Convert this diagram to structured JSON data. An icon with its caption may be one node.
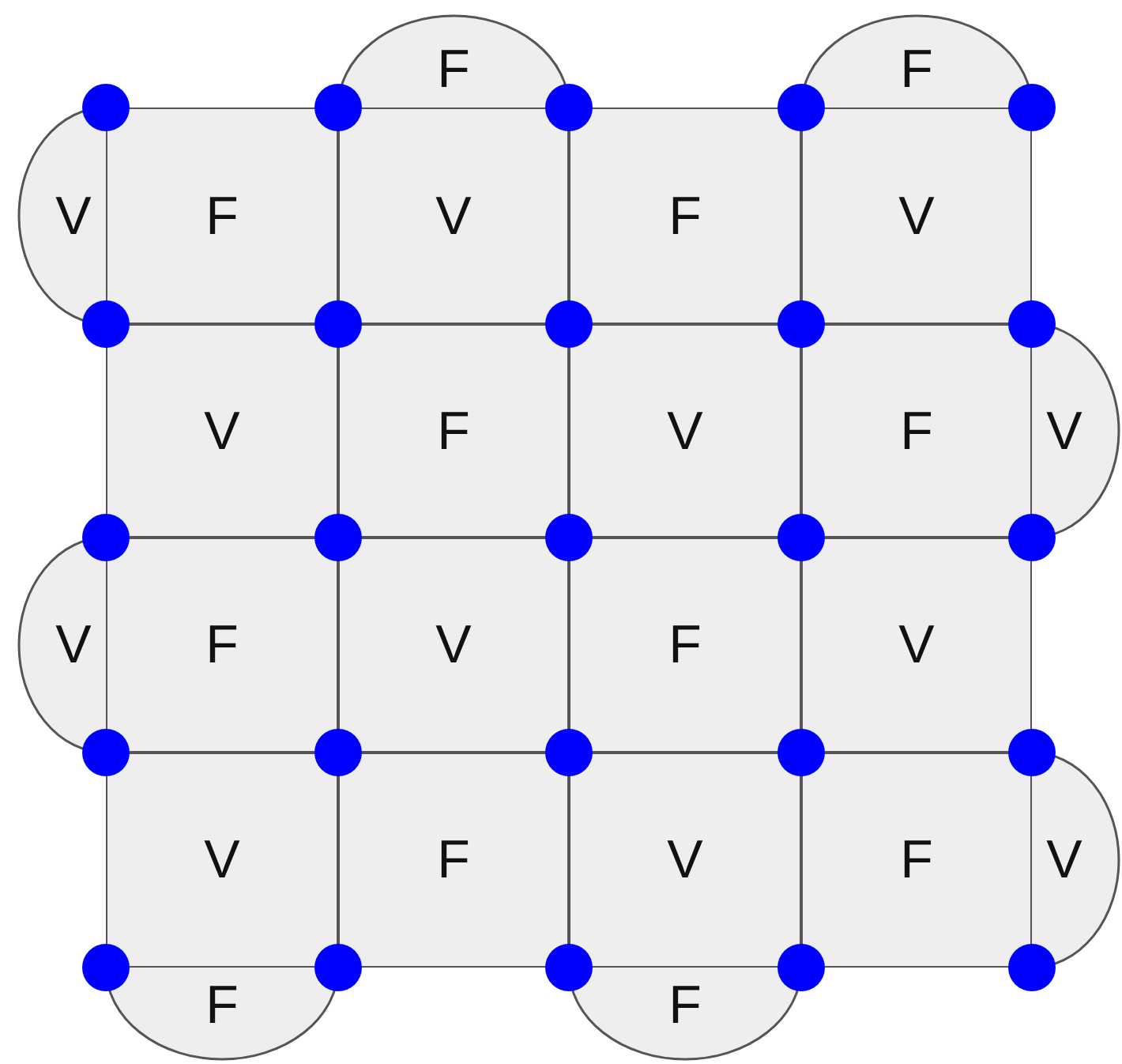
{
  "diagram": {
    "nodes": [
      {
        "text": [
          "F"
        ]
      },
      {
        "text": [
          "F"
        ]
      },
      {
        "text": [
          "V"
        ]
      },
      {
        "text": [
          "F"
        ]
      },
      {
        "text": [
          "V"
        ]
      },
      {
        "text": [
          "F"
        ]
      },
      {
        "text": [
          "V"
        ]
      },
      {
        "text": [
          "V"
        ]
      },
      {
        "text": [
          "F"
        ]
      },
      {
        "text": [
          "V"
        ]
      },
      {
        "text": [
          "F"
        ]
      },
      {
        "text": [
          "V"
        ]
      },
      {
        "text": [
          "V"
        ]
      },
      {
        "text": [
          "F"
        ]
      },
      {
        "text": [
          "V"
        ]
      },
      {
        "text": [
          "F"
        ]
      },
      {
        "text": [
          "V"
        ]
      },
      {
        "text": [
          "V"
        ]
      },
      {
        "text": [
          "F"
        ]
      },
      {
        "text": [
          "V"
        ]
      },
      {
        "text": [
          "F"
        ]
      },
      {
        "text": [
          "V"
        ]
      },
      {
        "text": [
          "F"
        ]
      },
      {
        "text": [
          "F"
        ]
      }
    ]
  }
}
